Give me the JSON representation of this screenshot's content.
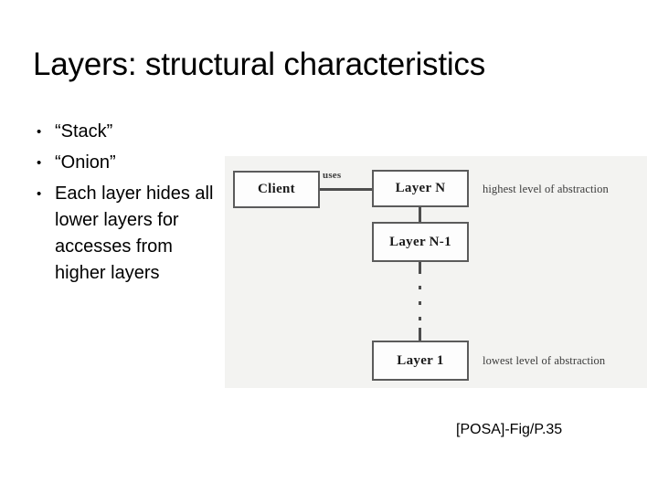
{
  "slide": {
    "title": "Layers: structural characteristics",
    "bullets": [
      {
        "marker": "•",
        "text": "“Stack”"
      },
      {
        "marker": "•",
        "text": "“Onion”"
      },
      {
        "marker": "•",
        "text": "Each layer hides all lower layers for accesses from higher layers"
      }
    ],
    "footer_credit": "[POSA]-Fig/P.35"
  },
  "diagram": {
    "boxes": {
      "client": "Client",
      "layer_n": "Layer N",
      "layer_n_minus_1": "Layer N-1",
      "layer_1": "Layer 1"
    },
    "edge_labels": {
      "uses": "uses"
    },
    "annotations": {
      "highest": "highest level of abstraction",
      "lowest": "lowest level of abstraction"
    }
  },
  "colors": {
    "slide_background": "#ffffff",
    "text": "#000000",
    "panel_background": "#f3f3f1",
    "box_border": "#5b5b5b",
    "box_fill": "#fdfdfd",
    "connector": "#4d4d4d",
    "annotation_text": "#3a3a3a"
  }
}
